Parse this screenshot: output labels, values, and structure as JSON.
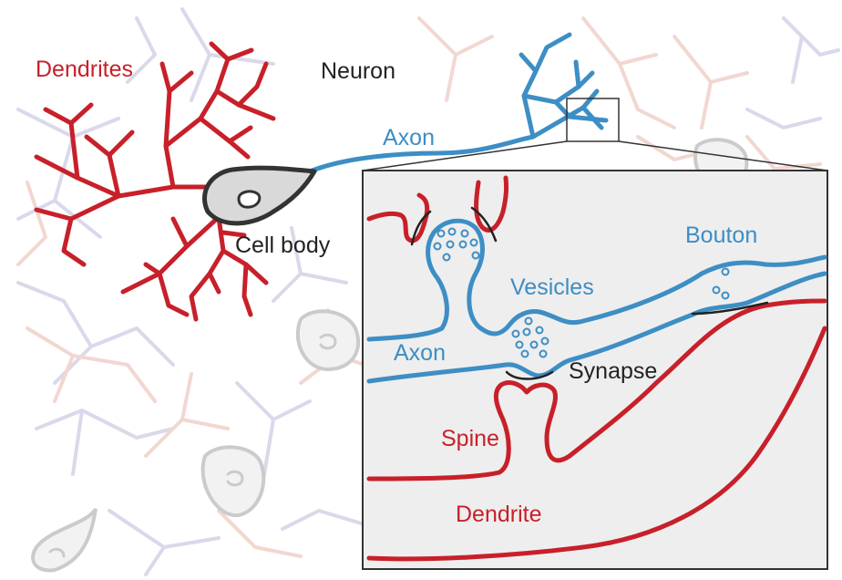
{
  "labels": {
    "dendrites": "Dendrites",
    "neuron": "Neuron",
    "axon_top": "Axon",
    "cell_body": "Cell body",
    "bouton": "Bouton",
    "vesicles": "Vesicles",
    "axon_inset": "Axon",
    "synapse": "Synapse",
    "spine": "Spine",
    "dendrite": "Dendrite"
  },
  "colors": {
    "dendrite": "#c8202a",
    "axon": "#3d8ec4",
    "cell_body_outline": "#333333",
    "cell_body_fill": "#d9d9d9",
    "inset_background": "#eeeeee",
    "background_network": "#b9b9d9"
  }
}
